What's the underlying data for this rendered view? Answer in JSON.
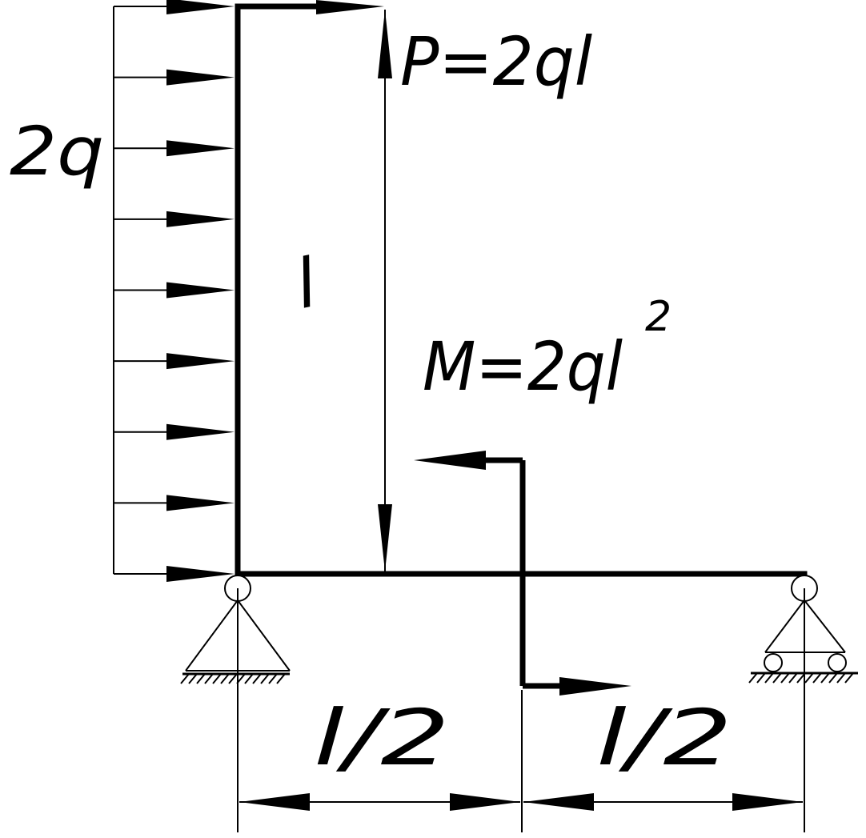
{
  "colors": {
    "ink": "#000000",
    "background": "#ffffff"
  },
  "labels": {
    "distributed_load": "2q",
    "force": "P=2ql",
    "moment": "M=2ql",
    "moment_exponent": "2",
    "frame_height": "l",
    "span_left": "l/2",
    "span_right": "l/2"
  },
  "elements": {
    "distributed_load_arrow_count": 9,
    "pin_support": "pin-support-icon",
    "roller_support": "roller-support-icon"
  }
}
